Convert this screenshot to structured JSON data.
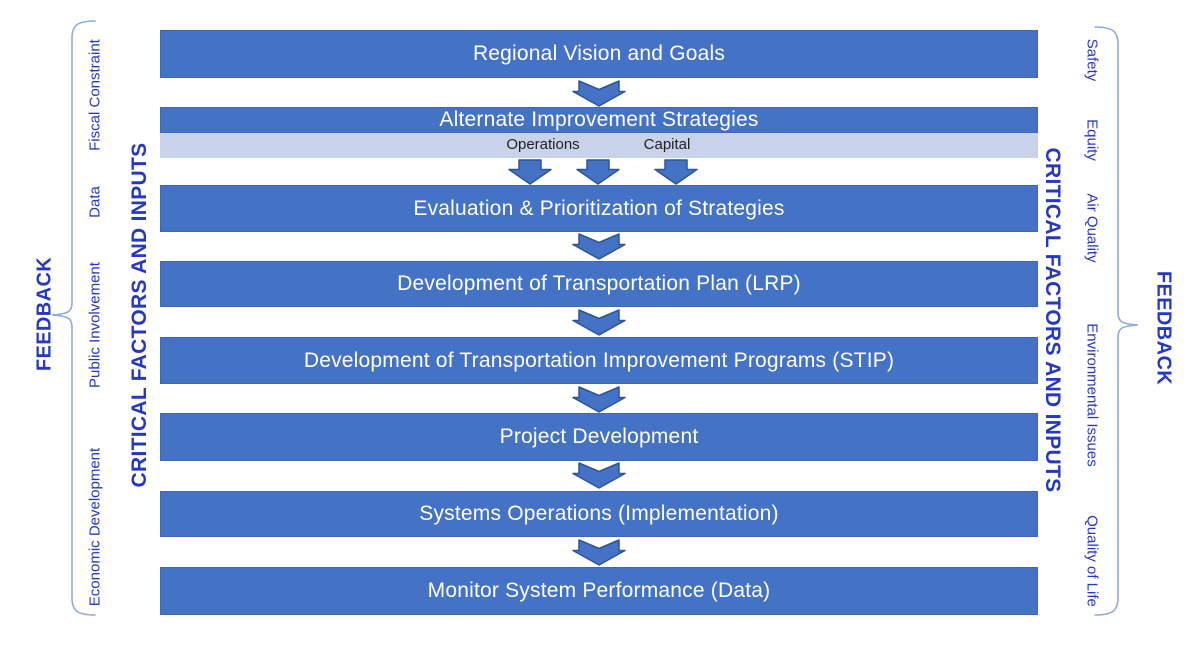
{
  "flow": {
    "steps": [
      {
        "label": "Regional Vision and Goals"
      },
      {
        "label": "Alternate Improvement Strategies"
      },
      {
        "label": "Evaluation & Prioritization of Strategies"
      },
      {
        "label": "Development of Transportation Plan (LRP)"
      },
      {
        "label": "Development of Transportation Improvement Programs (STIP)"
      },
      {
        "label": "Project Development"
      },
      {
        "label": "Systems Operations (Implementation)"
      },
      {
        "label": "Monitor System Performance (Data)"
      }
    ],
    "substrategies": {
      "items": [
        "Operations",
        "Capital"
      ]
    }
  },
  "left_rail": {
    "feedback": "FEEDBACK",
    "critical_title": "CRITICAL FACTORS AND INPUTS",
    "labels": [
      "Fiscal Constraint",
      "Data",
      "Public Involvement",
      "Economic Development"
    ]
  },
  "right_rail": {
    "feedback": "FEEDBACK",
    "critical_title": "CRITICAL FACTORS AND INPUTS",
    "labels": [
      "Safety",
      "Equity",
      "Air Quality",
      "Environmental Issues",
      "Quality of Life"
    ]
  },
  "icons": {
    "down-arrow-notched-icon": "notched block arrow pointing down",
    "down-arrow-icon": "block arrow pointing down",
    "feedback-brace-icon": "curly brace"
  },
  "palette": {
    "bar_fill": "#4472C4",
    "bar_border": "#3E68B2",
    "arrow_fill": "#4472C4",
    "arrow_outline": "#2F5597",
    "substrip_fill": "#C9D2EB",
    "substrip_text": "#1F1F1F",
    "rail_text": "#2639BE",
    "brace": "#8FAADC",
    "bar_text": "#FFFFFF"
  }
}
